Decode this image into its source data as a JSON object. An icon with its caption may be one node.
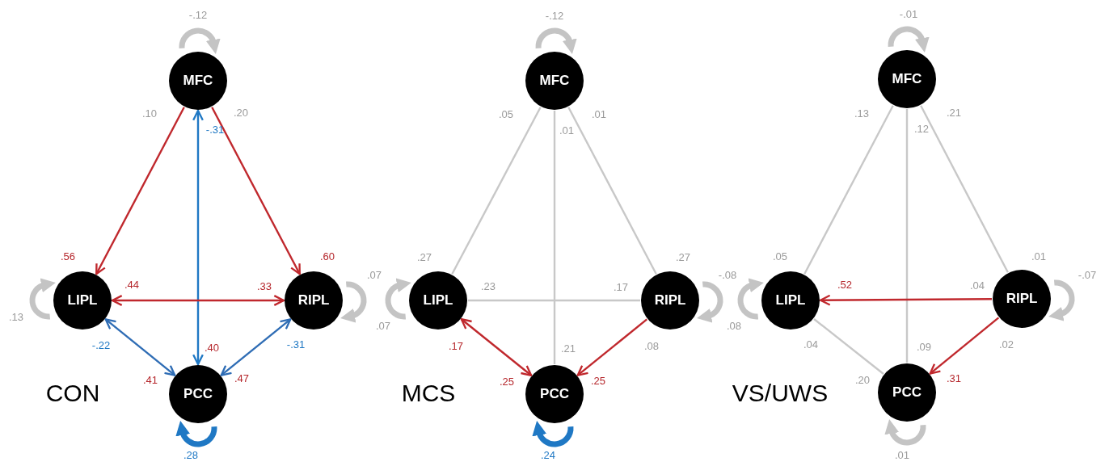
{
  "diagram": {
    "nodes": [
      {
        "text": [
          "MFC"
        ]
      },
      {
        "text": [
          "LIPL"
        ]
      },
      {
        "text": [
          "RIPL"
        ]
      },
      {
        "text": [
          "PCC"
        ]
      },
      {
        "text": [
          "MFC"
        ]
      },
      {
        "text": [
          "LIPL"
        ]
      },
      {
        "text": [
          "RIPL"
        ]
      },
      {
        "text": [
          "PCC"
        ]
      },
      {
        "text": [
          "MFC"
        ]
      },
      {
        "text": [
          "LIPL"
        ]
      },
      {
        "text": [
          "RIPL"
        ]
      },
      {
        "text": [
          "PCC"
        ]
      }
    ],
    "edges": [
      {
        "from": 0,
        "to": 1,
        "arrow": "to",
        "color": "#c0282d"
      },
      {
        "from": 0,
        "to": 2,
        "arrow": "to",
        "color": "#c0282d"
      },
      {
        "from": 0,
        "to": 3,
        "arrow": "both",
        "color": "#1f78c4"
      },
      {
        "from": 1,
        "to": 2,
        "arrow": "both",
        "color": "#c0282d"
      },
      {
        "from": 1,
        "to": 3,
        "arrow": "both",
        "color": "#2f6db5"
      },
      {
        "from": 2,
        "to": 3,
        "arrow": "both",
        "color": "#2f6db5"
      },
      {
        "from": 4,
        "to": 5,
        "arrow": "none"
      },
      {
        "from": 4,
        "to": 6,
        "arrow": "none"
      },
      {
        "from": 4,
        "to": 7,
        "arrow": "none"
      },
      {
        "from": 5,
        "to": 6,
        "arrow": "none"
      },
      {
        "from": 5,
        "to": 7,
        "arrow": "both",
        "color": "#c0282d"
      },
      {
        "from": 6,
        "to": 7,
        "arrow": "to",
        "color": "#c0282d"
      },
      {
        "from": 8,
        "to": 9,
        "arrow": "none"
      },
      {
        "from": 8,
        "to": 10,
        "arrow": "none"
      },
      {
        "from": 8,
        "to": 11,
        "arrow": "none"
      },
      {
        "from": 10,
        "to": 9,
        "arrow": "to",
        "color": "#c0282d"
      },
      {
        "from": 9,
        "to": 11,
        "arrow": "none"
      },
      {
        "from": 10,
        "to": 11,
        "arrow": "to",
        "color": "#c0282d"
      },
      {
        "from": 0,
        "to": 0,
        "arrow": "to",
        "style": "thick",
        "label": "-.12"
      },
      {
        "from": 1,
        "to": 1,
        "arrow": "to",
        "style": "thick",
        "label": ".13"
      },
      {
        "from": 2,
        "to": 2,
        "arrow": "to",
        "style": "thick",
        "label": ".07"
      },
      {
        "from": 3,
        "to": 3,
        "arrow": "to",
        "style": "thick",
        "label": ".28",
        "color": "#1f78c4"
      },
      {
        "from": 4,
        "to": 4,
        "arrow": "to",
        "style": "thick",
        "label": "-.12"
      },
      {
        "from": 5,
        "to": 5,
        "arrow": "to",
        "style": "thick",
        "label": ".07"
      },
      {
        "from": 6,
        "to": 6,
        "arrow": "to",
        "style": "thick",
        "label": "-.08"
      },
      {
        "from": 7,
        "to": 7,
        "arrow": "to",
        "style": "thick",
        "label": ".24",
        "color": "#1f78c4"
      },
      {
        "from": 8,
        "to": 8,
        "arrow": "to",
        "style": "thick",
        "label": "-.01"
      },
      {
        "from": 9,
        "to": 9,
        "arrow": "to",
        "style": "thick",
        "label": ".08"
      },
      {
        "from": 10,
        "to": 10,
        "arrow": "to",
        "style": "thick",
        "label": "-.07"
      },
      {
        "from": 11,
        "to": 11,
        "arrow": "to",
        "style": "thick",
        "label": ".01"
      }
    ],
    "labels": [
      ".10",
      ".20",
      "-.31",
      ".56",
      ".60",
      ".44",
      ".33",
      "-.22",
      ".40",
      "-.31",
      ".41",
      ".47",
      "CON",
      ".05",
      ".01",
      ".01",
      ".27",
      ".27",
      ".23",
      ".17",
      ".17",
      ".21",
      ".08",
      ".25",
      ".25",
      "MCS",
      ".13",
      ".21",
      ".12",
      ".05",
      ".01",
      ".52",
      ".04",
      ".04",
      ".09",
      ".02",
      ".20",
      ".31",
      "VS/UWS"
    ]
  }
}
